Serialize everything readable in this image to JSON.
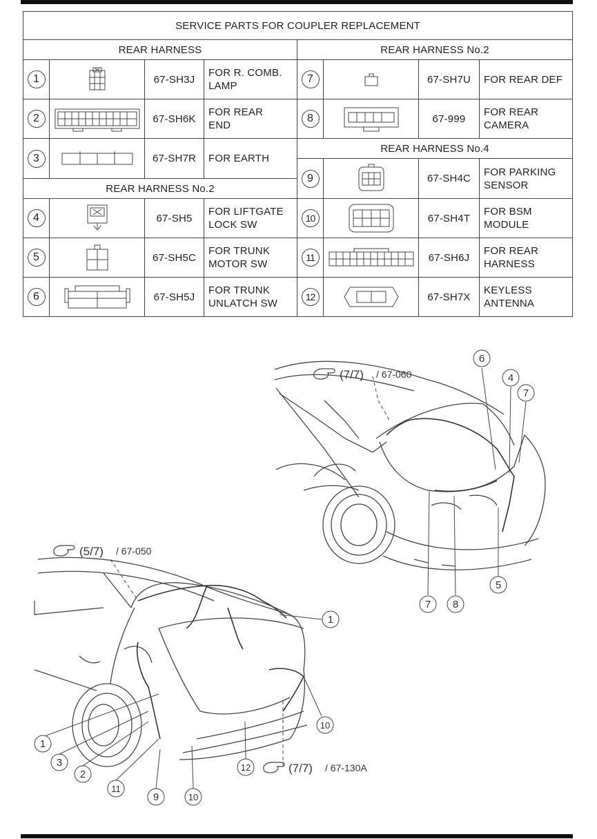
{
  "title": "SERVICE PARTS FOR COUPLER REPLACEMENT",
  "sections": {
    "rear_harness": "REAR HARNESS",
    "rear_harness_no2_left": "REAR HARNESS No.2",
    "rear_harness_no2_right": "REAR HARNESS No.2",
    "rear_harness_no4": "REAR HARNESS No.4"
  },
  "parts": [
    {
      "num": "1",
      "part_no": "67-SH3J",
      "desc1": "FOR R. COMB.",
      "desc2": "LAMP",
      "icon": "connector-1-icon"
    },
    {
      "num": "2",
      "part_no": "67-SH6K",
      "desc1": "FOR REAR",
      "desc2": "END",
      "icon": "connector-2-icon"
    },
    {
      "num": "3",
      "part_no": "67-SH7R",
      "desc1": "FOR EARTH",
      "desc2": "",
      "icon": "connector-3-icon"
    },
    {
      "num": "4",
      "part_no": "67-SH5",
      "desc1": "FOR LIFTGATE",
      "desc2": "LOCK SW",
      "icon": "connector-4-icon"
    },
    {
      "num": "5",
      "part_no": "67-SH5C",
      "desc1": "FOR TRUNK",
      "desc2": "MOTOR SW",
      "icon": "connector-5-icon"
    },
    {
      "num": "6",
      "part_no": "67-SH5J",
      "desc1": "FOR TRUNK",
      "desc2": "UNLATCH SW",
      "icon": "connector-6-icon"
    },
    {
      "num": "7",
      "part_no": "67-SH7U",
      "desc1": "FOR REAR DEF",
      "desc2": "",
      "icon": "connector-7-icon"
    },
    {
      "num": "8",
      "part_no": "67-999",
      "desc1": "FOR REAR",
      "desc2": "CAMERA",
      "icon": "connector-8-icon"
    },
    {
      "num": "9",
      "part_no": "67-SH4C",
      "desc1": "FOR PARKING",
      "desc2": "SENSOR",
      "icon": "connector-9-icon"
    },
    {
      "num": "10",
      "part_no": "67-SH4T",
      "desc1": "FOR BSM",
      "desc2": "MODULE",
      "icon": "connector-10-icon"
    },
    {
      "num": "11",
      "part_no": "67-SH6J",
      "desc1": "FOR REAR",
      "desc2": "HARNESS",
      "icon": "connector-11-icon"
    },
    {
      "num": "12",
      "part_no": "67-SH7X",
      "desc1": "KEYLESS",
      "desc2": "ANTENNA",
      "icon": "connector-12-icon"
    }
  ],
  "refs": {
    "ref_top": {
      "fraction": "(7/7)",
      "code": "/ 67-060",
      "icon": "pointing-hand-icon"
    },
    "ref_mid": {
      "fraction": "(5/7)",
      "code": "/ 67-050",
      "icon": "pointing-hand-icon"
    },
    "ref_bottom": {
      "fraction": "(7/7)",
      "code": "/ 67-130A",
      "icon": "pointing-hand-icon"
    }
  },
  "callouts": {
    "upper": [
      "6",
      "4",
      "7",
      "7",
      "8",
      "5"
    ],
    "lower": [
      "1",
      "1",
      "3",
      "2",
      "11",
      "9",
      "10",
      "12",
      "10"
    ]
  }
}
